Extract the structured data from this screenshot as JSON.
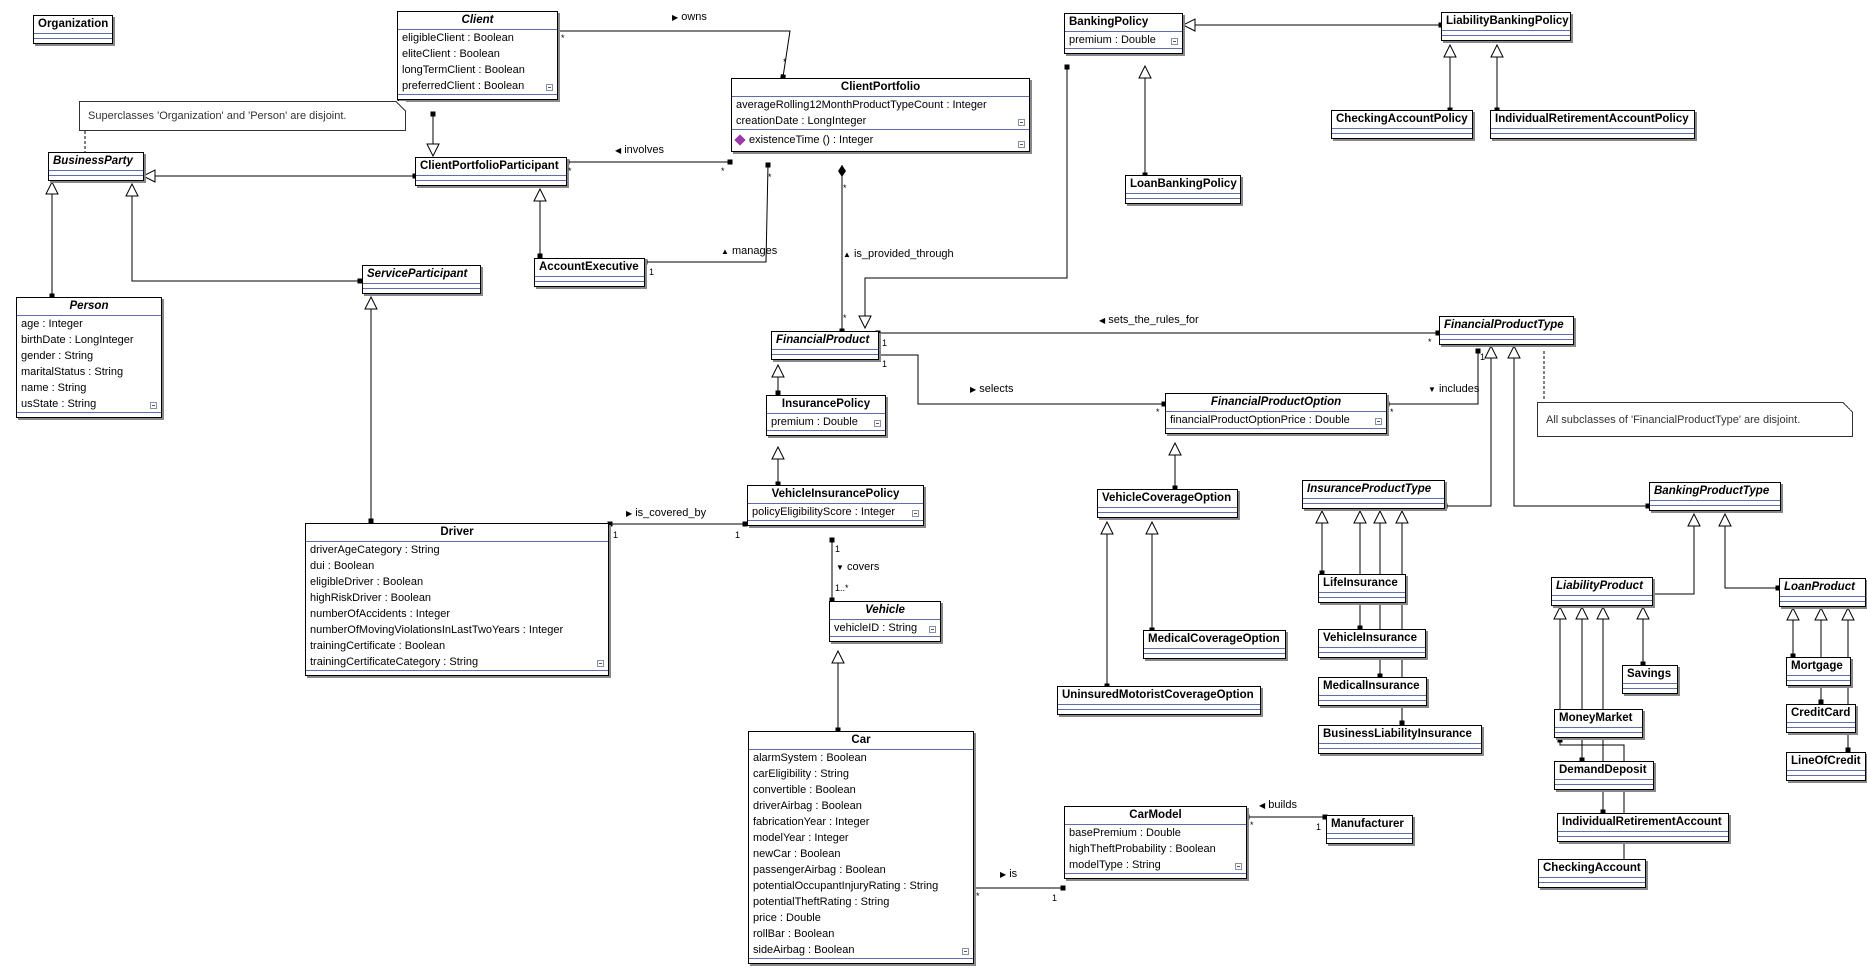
{
  "diagram": {
    "classes": {
      "organization": {
        "name": "Organization"
      },
      "client": {
        "name": "Client",
        "attrs": [
          "eligibleClient  : Boolean",
          "eliteClient  : Boolean",
          "longTermClient  : Boolean",
          "preferredClient  : Boolean"
        ]
      },
      "client_portfolio": {
        "name": "ClientPortfolio",
        "attrs": [
          "averageRolling12MonthProductTypeCount  : Integer",
          "creationDate  : LongInteger"
        ],
        "ops": [
          "existenceTime  () : Integer"
        ]
      },
      "banking_policy": {
        "name": "BankingPolicy",
        "attrs": [
          "premium  : Double"
        ]
      },
      "liability_banking_policy": {
        "name": "LiabilityBankingPolicy"
      },
      "checking_account_policy": {
        "name": "CheckingAccountPolicy"
      },
      "ira_policy": {
        "name": "IndividualRetirementAccountPolicy"
      },
      "loan_banking_policy": {
        "name": "LoanBankingPolicy"
      },
      "business_party": {
        "name": "BusinessParty"
      },
      "client_portfolio_participant": {
        "name": "ClientPortfolioParticipant"
      },
      "account_executive": {
        "name": "AccountExecutive"
      },
      "service_participant": {
        "name": "ServiceParticipant"
      },
      "person": {
        "name": "Person",
        "attrs": [
          "age  : Integer",
          "birthDate  : LongInteger",
          "gender  : String",
          "maritalStatus  : String",
          "name  : String",
          "usState  : String"
        ]
      },
      "driver": {
        "name": "Driver",
        "attrs": [
          "driverAgeCategory  : String",
          "dui  : Boolean",
          "eligibleDriver  : Boolean",
          "highRiskDriver  : Boolean",
          "numberOfAccidents  : Integer",
          "numberOfMovingViolationsInLastTwoYears  : Integer",
          "trainingCertificate  : Boolean",
          "trainingCertificateCategory  : String"
        ]
      },
      "financial_product": {
        "name": "FinancialProduct"
      },
      "insurance_policy": {
        "name": "InsurancePolicy",
        "attrs": [
          "premium  : Double"
        ]
      },
      "vehicle_insurance_policy": {
        "name": "VehicleInsurancePolicy",
        "attrs": [
          "policyEligibilityScore  : Integer"
        ]
      },
      "vehicle": {
        "name": "Vehicle",
        "attrs": [
          "vehicleID  : String"
        ]
      },
      "car": {
        "name": "Car",
        "attrs": [
          "alarmSystem  : Boolean",
          "carEligibility  : String",
          "convertible  : Boolean",
          "driverAirbag  : Boolean",
          "fabricationYear  : Integer",
          "modelYear  : Integer",
          "newCar  : Boolean",
          "passengerAirbag  : Boolean",
          "potentialOccupantInjuryRating  : String",
          "potentialTheftRating  : String",
          "price  : Double",
          "rollBar  : Boolean",
          "sideAirbag  : Boolean"
        ]
      },
      "car_model": {
        "name": "CarModel",
        "attrs": [
          "basePremium  : Double",
          "highTheftProbability  : Boolean",
          "modelType  : String"
        ]
      },
      "manufacturer": {
        "name": "Manufacturer"
      },
      "financial_product_type": {
        "name": "FinancialProductType"
      },
      "financial_product_option": {
        "name": "FinancialProductOption",
        "attrs": [
          "financialProductOptionPrice  : Double"
        ]
      },
      "vehicle_coverage_option": {
        "name": "VehicleCoverageOption"
      },
      "medical_coverage_option": {
        "name": "MedicalCoverageOption"
      },
      "uninsured_motorist_coverage_option": {
        "name": "UninsuredMotoristCoverageOption"
      },
      "insurance_product_type": {
        "name": "InsuranceProductType"
      },
      "life_insurance": {
        "name": "LifeInsurance"
      },
      "vehicle_insurance": {
        "name": "VehicleInsurance"
      },
      "medical_insurance": {
        "name": "MedicalInsurance"
      },
      "business_liability_insurance": {
        "name": "BusinessLiabilityInsurance"
      },
      "banking_product_type": {
        "name": "BankingProductType"
      },
      "liability_product": {
        "name": "LiabilityProduct"
      },
      "loan_product": {
        "name": "LoanProduct"
      },
      "savings": {
        "name": "Savings"
      },
      "money_market": {
        "name": "MoneyMarket"
      },
      "demand_deposit": {
        "name": "DemandDeposit"
      },
      "individual_retirement_account": {
        "name": "IndividualRetirementAccount"
      },
      "checking_account": {
        "name": "CheckingAccount"
      },
      "mortgage": {
        "name": "Mortgage"
      },
      "credit_card": {
        "name": "CreditCard"
      },
      "line_of_credit": {
        "name": "LineOfCredit"
      }
    },
    "notes": {
      "party_disjoint": "Superclasses 'Organization' and 'Person' are disjoint.",
      "fpt_disjoint": "All subclasses of 'FinancialProductType' are disjoint."
    },
    "associations": {
      "owns": "owns",
      "involves": "involves",
      "manages": "manages",
      "is_provided_through": "is_provided_through",
      "sets_the_rules_for": "sets_the_rules_for",
      "selects": "selects",
      "includes": "includes",
      "is_covered_by": "is_covered_by",
      "covers": "covers",
      "builds": "builds",
      "is": "is"
    },
    "direction_markers": {
      "right": "▶",
      "left": "◀",
      "up": "▲",
      "down": "▼"
    },
    "multiplicities": {
      "many": "*",
      "one": "1",
      "one_or_more": "1..*"
    },
    "colors": {
      "section_divider": "#5e6fa8",
      "operation_icon": "#9b3aa6",
      "shadow": "#888888"
    }
  }
}
